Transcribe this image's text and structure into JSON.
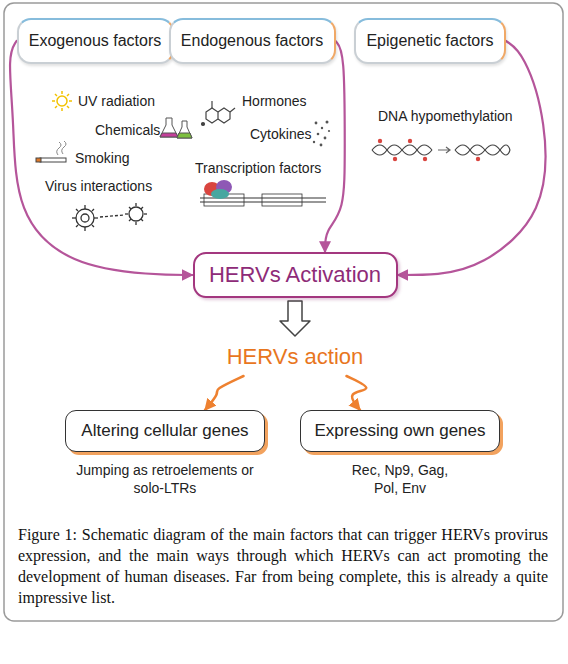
{
  "diagram": {
    "caption": "Figure 1: Schematic diagram of the main factors that can trigger HERVs provirus expression, and the main ways through which HERVs can act promoting the development of human diseases. Far from being complete, this is already a quite impressive list.",
    "nodes": [
      {
        "text": [
          "Exogenous factors"
        ]
      },
      {
        "text": [
          "Endogenous factors"
        ]
      },
      {
        "text": [
          "Epigenetic factors"
        ]
      },
      {
        "text": [
          "HERVs Activation"
        ]
      },
      {
        "text": [
          "HERVs action"
        ]
      },
      {
        "text": [
          "Altering cellular genes"
        ]
      },
      {
        "text": [
          "Expressing own genes"
        ]
      }
    ],
    "edges": [
      {
        "from": 0,
        "to": 3,
        "arrow": "to"
      },
      {
        "from": 1,
        "to": 3,
        "arrow": "to"
      },
      {
        "from": 2,
        "to": 3,
        "arrow": "to"
      },
      {
        "from": 3,
        "to": 4,
        "arrow": "to"
      },
      {
        "from": 4,
        "to": 5,
        "arrow": "to"
      },
      {
        "from": 4,
        "to": 6,
        "arrow": "to"
      }
    ],
    "labels": [
      "UV radiation",
      "Chemicals",
      "Smoking",
      "Virus interactions",
      "Hormones",
      "Cytokines",
      "Transcription factors",
      "DNA hypomethylation",
      "Jumping as retroelements or solo-LTRs",
      "Rec, Np9, Gag, Pol, Env"
    ]
  }
}
